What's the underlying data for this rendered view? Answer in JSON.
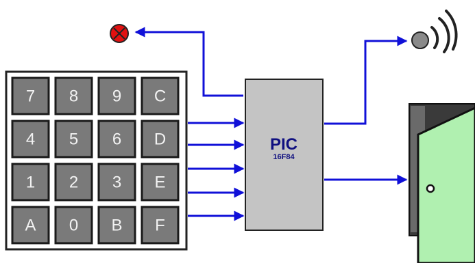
{
  "keypad": {
    "keys": [
      "7",
      "8",
      "9",
      "C",
      "4",
      "5",
      "6",
      "D",
      "1",
      "2",
      "3",
      "E",
      "A",
      "0",
      "B",
      "F"
    ]
  },
  "chip": {
    "title": "PIC",
    "subtitle": "16F84"
  },
  "icons": {
    "led": "red-led-cross-icon",
    "buzzer": "buzzer-sound-icon",
    "door": "open-door-icon"
  },
  "colors": {
    "arrow": "#1010d8",
    "chip_text": "#101080",
    "chip_fill": "#c4c4c4",
    "key_fill": "#7a7a7a",
    "led": "#e21010",
    "door": "#b0f0b0"
  }
}
